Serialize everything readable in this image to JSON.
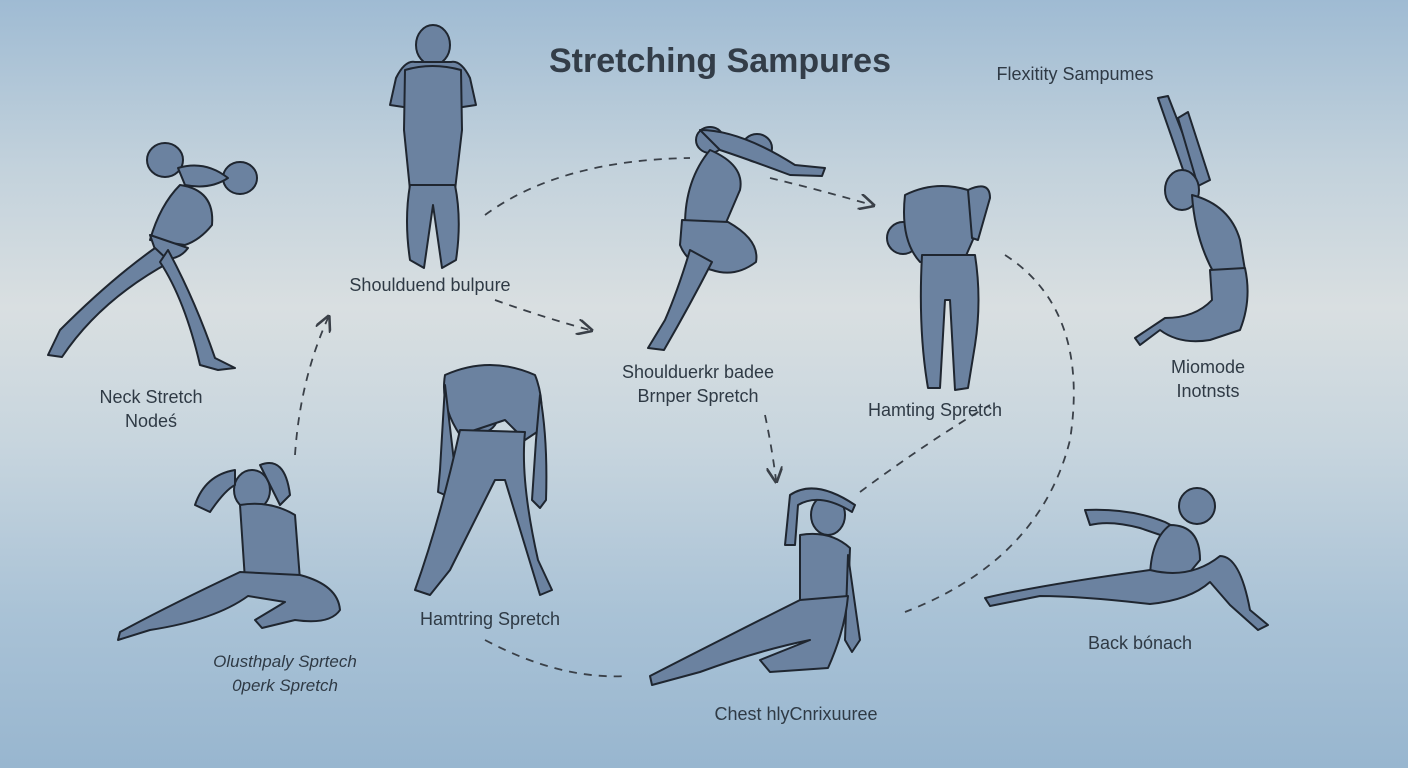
{
  "diagram": {
    "title": "Stretching Sampures",
    "subtitle": "Flexitity Sampumes",
    "poses": [
      {
        "id": "neck",
        "lines": [
          "Neck Stretch",
          "Nodeś"
        ]
      },
      {
        "id": "shoulder-top",
        "lines": [
          "Shoulduend bulpure"
        ]
      },
      {
        "id": "lunge",
        "lines": [
          "Shoulduerkr badee",
          "Brnper Spretch"
        ]
      },
      {
        "id": "hamstring-right",
        "lines": [
          "Hamting Spretch"
        ]
      },
      {
        "id": "kneel",
        "lines": [
          "Miomode",
          "Inotnsts"
        ]
      },
      {
        "id": "seated",
        "lines": [
          "Olusthpaly Sprtech",
          "0perk Spretch"
        ]
      },
      {
        "id": "bend",
        "lines": [
          "Hamtring Spretch"
        ]
      },
      {
        "id": "chest",
        "lines": [
          "Chest hlyCnrixuuree"
        ]
      },
      {
        "id": "back",
        "lines": [
          "Back bónach"
        ]
      }
    ]
  },
  "colors": {
    "figure_fill": "#6b82a0",
    "figure_stroke": "#1f2630",
    "arrow": "#3a4048",
    "text": "#2f3a45"
  }
}
